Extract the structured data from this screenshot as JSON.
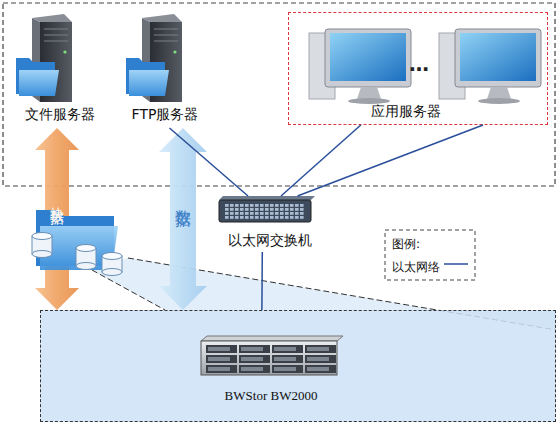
{
  "diagram": {
    "nodes": [
      {
        "text": [
          "文件服务器"
        ]
      },
      {
        "text": [
          "FTP服务器"
        ]
      },
      {
        "text": [
          "应用服务器"
        ]
      },
      {
        "text": [
          "以太网交换机"
        ]
      },
      {
        "text": [
          "BWStor BW2000"
        ]
      }
    ],
    "edges": [
      {
        "from": 3,
        "to": 1,
        "arrow": "none"
      },
      {
        "from": 3,
        "to": 2,
        "arrow": "none"
      },
      {
        "from": 3,
        "to": 2,
        "arrow": "none"
      },
      {
        "from": 3,
        "to": 4,
        "arrow": "none"
      },
      {
        "from": 0,
        "to": 4,
        "label": "块数据",
        "arrow": "both"
      },
      {
        "from": 1,
        "to": 4,
        "label": "数据",
        "arrow": "both"
      }
    ],
    "labels": [
      "…",
      "图例:"
    ],
    "legend": [
      {
        "text": "以太网络"
      }
    ]
  }
}
